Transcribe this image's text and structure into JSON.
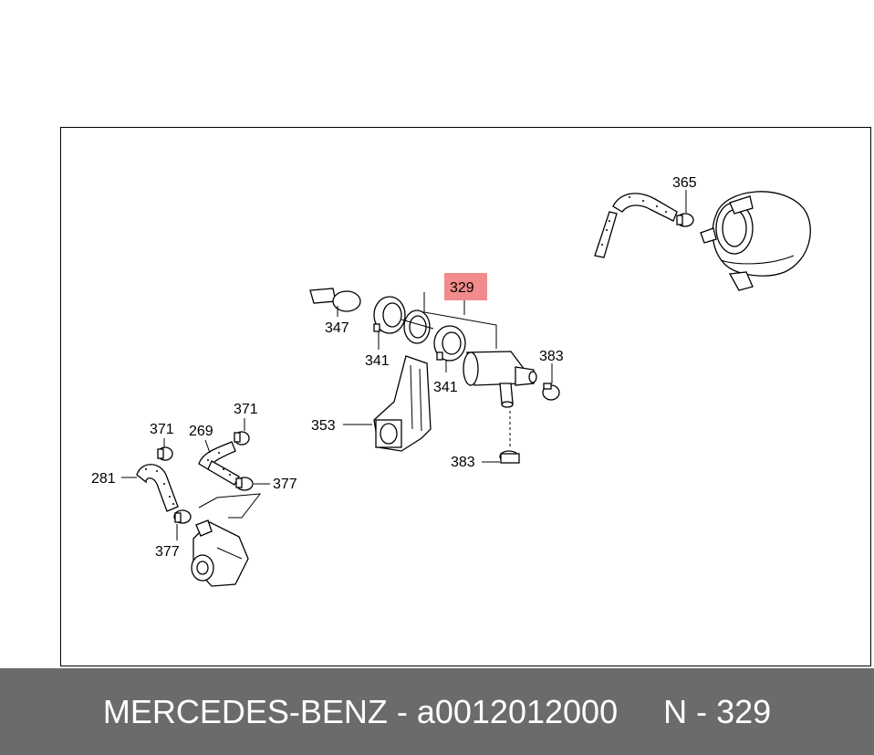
{
  "colors": {
    "footer_bg": "#6b6b6b",
    "highlight": "#f28b8b",
    "line": "#000000"
  },
  "diagram": {
    "labels": {
      "l365": "365",
      "l329": "329",
      "l347": "347",
      "l341a": "341",
      "l341b": "341",
      "l383a": "383",
      "l383b": "383",
      "l353": "353",
      "l371a": "371",
      "l371b": "371",
      "l269": "269",
      "l281": "281",
      "l377a": "377",
      "l377b": "377"
    }
  },
  "footer": {
    "part_info": "MERCEDES-BENZ - a0012012000",
    "ref": "N - 329"
  }
}
